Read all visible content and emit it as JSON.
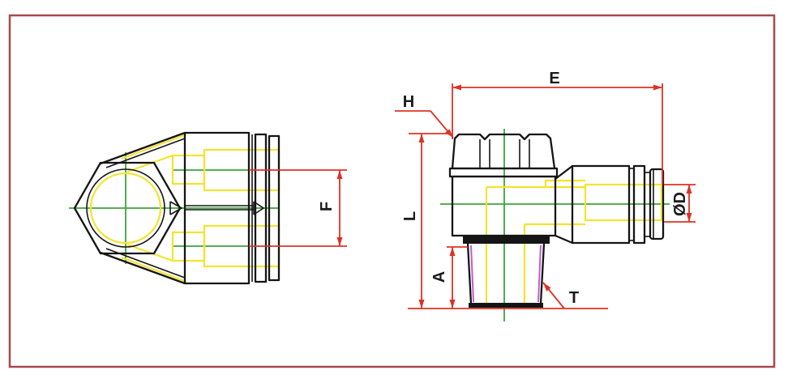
{
  "figure": {
    "description": "Technical dimension drawing of a push-to-connect male elbow fitting, end view and side view",
    "dimension_labels": {
      "top_width": "E",
      "hex_leader": "H",
      "overall_height": "L",
      "thread_length": "A",
      "thread_leader": "T",
      "port_spacing": "F",
      "tube_diameter": "ØD"
    },
    "colors": {
      "frame": "#a8494f",
      "dimension": "#dd3226",
      "outline": "#151515",
      "centerline": "#3da23d",
      "internal_bore": "#f3e42e",
      "thread": "#bf5ec4",
      "background": "#ffffff"
    }
  }
}
